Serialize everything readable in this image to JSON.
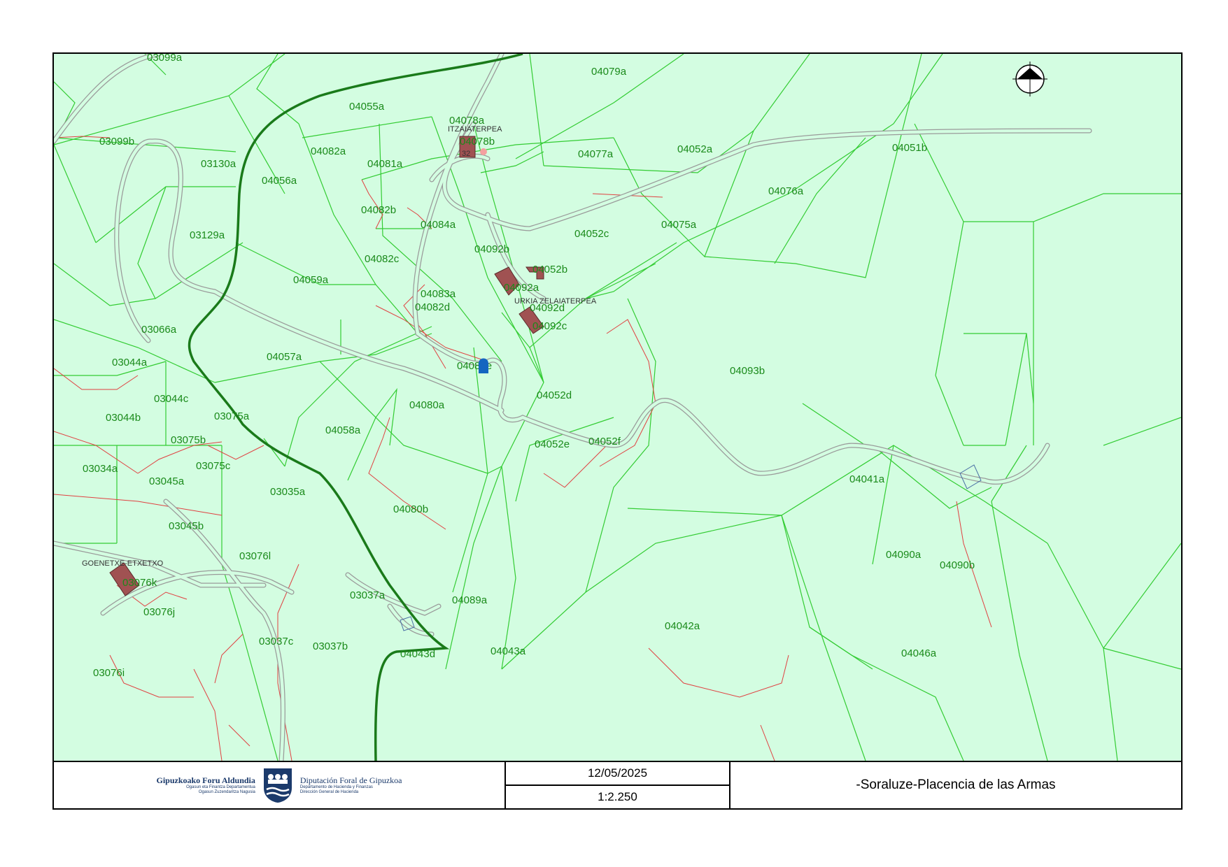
{
  "colors": {
    "land": "#d3fde1",
    "parcel_boundary": "#33cc33",
    "subparcel_boundary": "#e04040",
    "road": "#888888",
    "main_road": "#1a7a1a",
    "building": "#a05252",
    "label": "#1a8a1a"
  },
  "parcels": [
    "03099a",
    "04079a",
    "04055a",
    "04078a",
    "04078b",
    "03099b",
    "04082a",
    "04081a",
    "04077a",
    "04052a",
    "04051b",
    "03130a",
    "04056a",
    "04076a",
    "04082b",
    "04084a",
    "04052c",
    "04075a",
    "03129a",
    "04092b",
    "04082c",
    "04052b",
    "04059a",
    "04092a",
    "04083a",
    "04092d",
    "04082d",
    "04092c",
    "03066a",
    "03044a",
    "04057a",
    "04082e",
    "04093b",
    "03044c",
    "04052d",
    "03044b",
    "03075a",
    "04080a",
    "04058a",
    "03075b",
    "04052e",
    "04052f",
    "03034a",
    "03075c",
    "04041a",
    "03045a",
    "03035a",
    "04080b",
    "03045b",
    "04090a",
    "03076l",
    "04090b",
    "03076k",
    "03037a",
    "04089a",
    "03076j",
    "04042a",
    "03037c",
    "03037b",
    "04043d",
    "04043a",
    "04046a",
    "03076i"
  ],
  "place_names": {
    "itzaiaterpea": "ITZAIATERPEA",
    "urkia": "URKIA ZELAIATERPEA",
    "goenetxe": "GOENETXE-ETXETXO"
  },
  "building_number": "32",
  "footer": {
    "left_org_eu": "Gipuzkoako Foru Aldundia",
    "left_dept_eu": "Ogasun eta Finantza Departamentua",
    "left_dir_eu": "Ogasun Zuzendaritza Nagusia",
    "right_org_es": "Diputación Foral de Gipuzkoa",
    "right_dept_es": "Departamento de Hacienda y Finanzas",
    "right_dir_es": "Dirección General de Hacienda",
    "date": "12/05/2025",
    "scale": "1:2.250",
    "municipality": "-Soraluze-Placencia de las Armas"
  },
  "icons": [
    "north-arrow-icon",
    "location-marker-icon",
    "coat-of-arms-icon"
  ]
}
